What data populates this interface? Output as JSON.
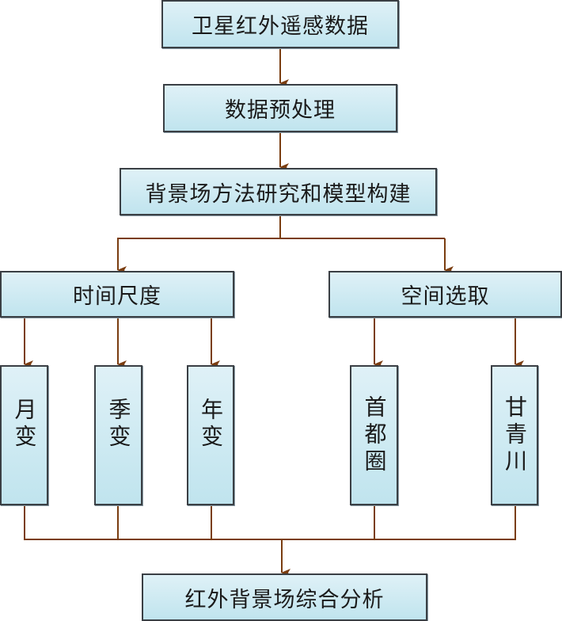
{
  "diagram": {
    "type": "flowchart",
    "connector_color": "#7a3d10",
    "box_fill_top": "#dff1f7",
    "box_fill_bottom": "#c0e4ee",
    "nodes": {
      "satellite_data": "卫星红外遥感数据",
      "preprocessing": "数据预处理",
      "method_model": "背景场方法研究和模型构建",
      "time_scale": "时间尺度",
      "space_selection": "空间选取",
      "monthly": "月变",
      "seasonal": "季变",
      "annual": "年变",
      "capital_region": "首都圈",
      "gansu_qinghai_sichuan": "甘青川",
      "analysis": "红外背景场综合分析"
    },
    "edges": [
      [
        "satellite_data",
        "preprocessing"
      ],
      [
        "preprocessing",
        "method_model"
      ],
      [
        "method_model",
        "time_scale"
      ],
      [
        "method_model",
        "space_selection"
      ],
      [
        "time_scale",
        "monthly"
      ],
      [
        "time_scale",
        "seasonal"
      ],
      [
        "time_scale",
        "annual"
      ],
      [
        "space_selection",
        "capital_region"
      ],
      [
        "space_selection",
        "gansu_qinghai_sichuan"
      ],
      [
        "monthly",
        "analysis"
      ],
      [
        "seasonal",
        "analysis"
      ],
      [
        "annual",
        "analysis"
      ],
      [
        "capital_region",
        "analysis"
      ],
      [
        "gansu_qinghai_sichuan",
        "analysis"
      ]
    ]
  }
}
